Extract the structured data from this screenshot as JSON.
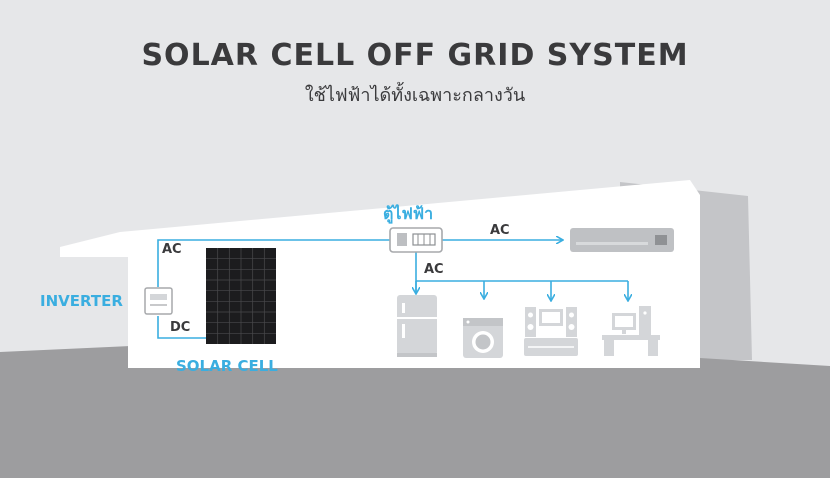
{
  "title": "SOLAR CELL OFF GRID SYSTEM",
  "subtitle": "ใช้ไฟฟ้าได้ทั้งเฉพาะกลางวัน",
  "labels": {
    "breaker_box": "ตู้ไฟฟ้า",
    "inverter": "INVERTER",
    "solar_cell": "SOLAR CELL",
    "ac_inverter": "AC",
    "ac_aircon": "AC",
    "ac_appliances": "AC",
    "dc": "DC"
  },
  "icons": [
    "air-conditioner-icon",
    "refrigerator-icon",
    "washing-machine-icon",
    "home-theater-icon",
    "desktop-computer-icon"
  ],
  "colors": {
    "background": "#e6e7e9",
    "house": "#ffffff",
    "ground": "#9b9b9d",
    "wire": "#3aaee0",
    "label_blue": "#3aaee0",
    "text_dark": "#3a3a3c",
    "appliance": "#d4d6d9"
  }
}
